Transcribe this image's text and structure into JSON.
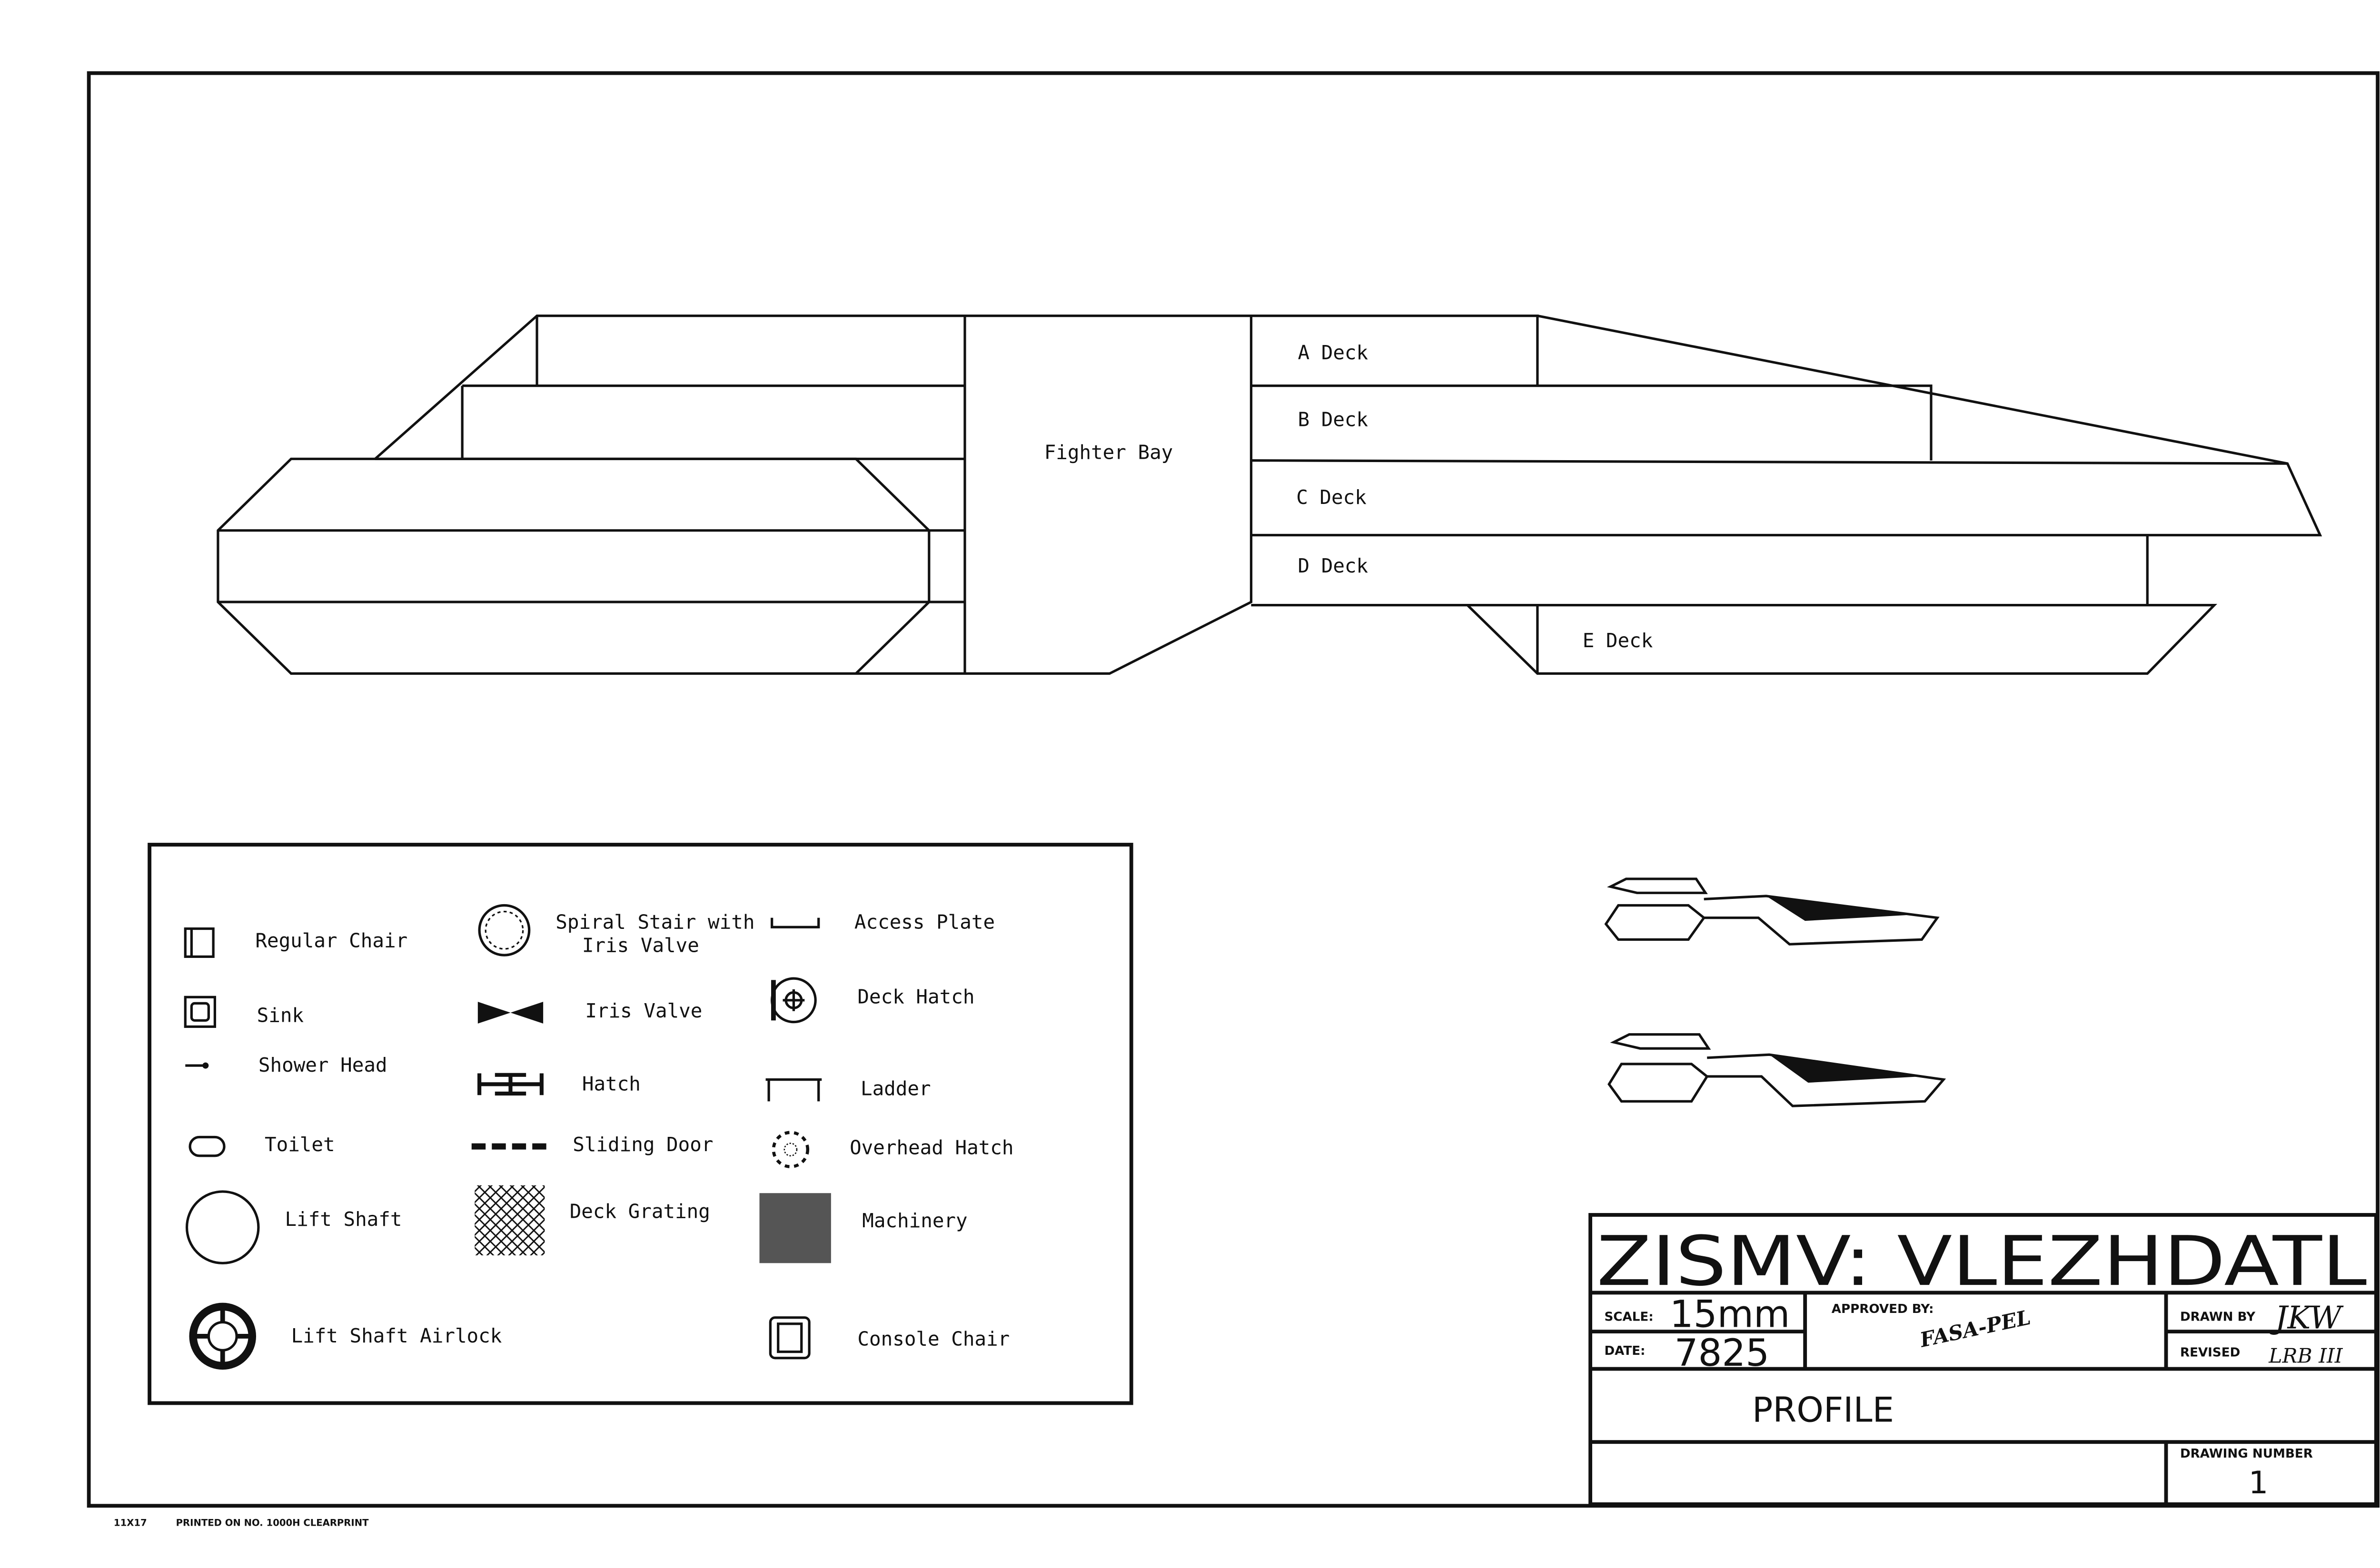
{
  "profile": {
    "fighter_bay": "Fighter Bay",
    "decks": [
      "A Deck",
      "B Deck",
      "C Deck",
      "D Deck",
      "E Deck"
    ]
  },
  "legend": {
    "regular_chair": "Regular Chair",
    "sink": "Sink",
    "shower_head": "Shower Head",
    "toilet": "Toilet",
    "lift_shaft": "Lift Shaft",
    "lift_shaft_airlock": "Lift Shaft Airlock",
    "spiral_stair_1": "Spiral Stair with",
    "spiral_stair_2": "Iris Valve",
    "iris_valve": "Iris Valve",
    "hatch": "Hatch",
    "sliding_door": "Sliding Door",
    "deck_grating": "Deck Grating",
    "access_plate": "Access Plate",
    "deck_hatch": "Deck Hatch",
    "ladder": "Ladder",
    "overhead_hatch": "Overhead Hatch",
    "machinery": "Machinery",
    "console_chair": "Console Chair"
  },
  "title_block": {
    "title": "ZISMV: VLEZHDATL",
    "scale_label": "SCALE:",
    "scale_value": "15mm",
    "date_label": "DATE:",
    "date_value": "7825",
    "approved_label": "APPROVED BY:",
    "approved_stamp": "FASA-PEL",
    "drawn_by_label": "DRAWN BY",
    "drawn_by_value": "JKW",
    "revised_label": "REVISED",
    "revised_value": "LRB III",
    "view_name": "PROFILE",
    "drawing_number_label": "DRAWING NUMBER",
    "drawing_number_value": "1"
  },
  "footer": {
    "paper_size": "11X17",
    "print_note": "PRINTED ON NO. 1000H CLEARPRINT"
  }
}
